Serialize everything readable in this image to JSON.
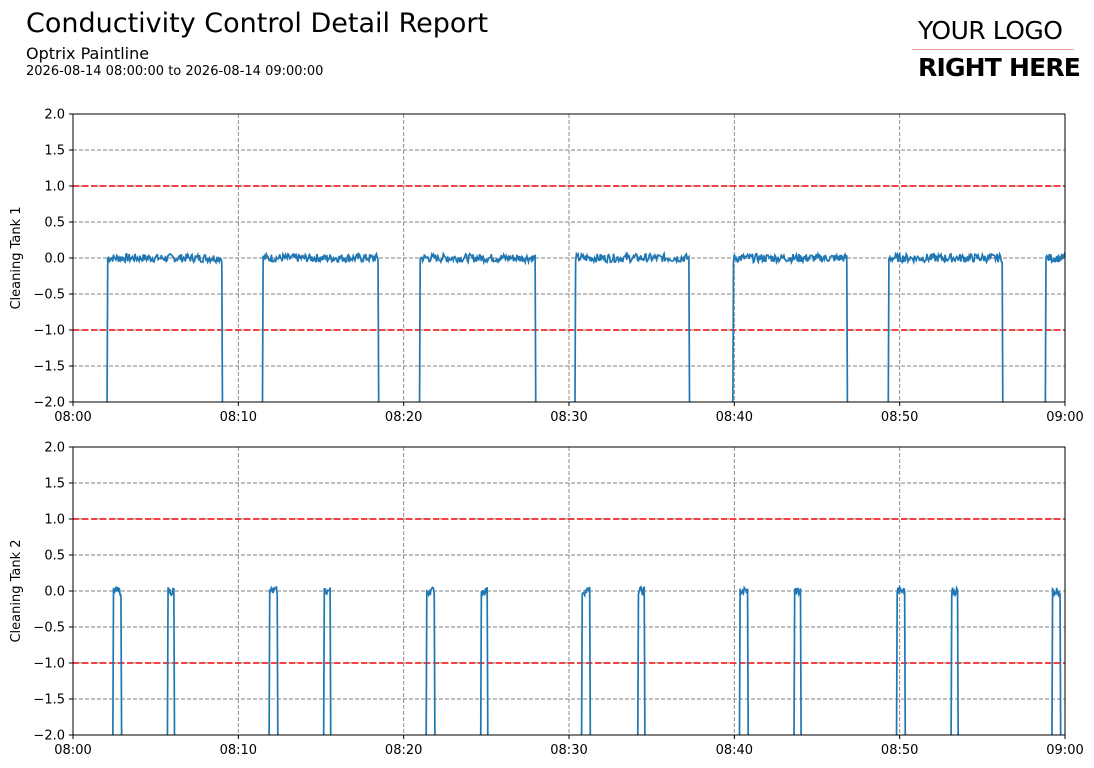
{
  "header": {
    "title": "Conductivity Control Detail Report",
    "subtitle": "Optrix Paintline",
    "range": "2026-08-14 08:00:00 to 2026-08-14 09:00:00"
  },
  "logo": {
    "line1": "YOUR LOGO",
    "line2": "RIGHT HERE"
  },
  "colors": {
    "series": "#1f77b4",
    "limit": "#ff0000",
    "grid": "#808080"
  },
  "chart_data": [
    {
      "type": "line",
      "ylabel": "Cleaning Tank 1",
      "ylim": [
        -2.0,
        2.0
      ],
      "yticks": [
        "2.0",
        "1.5",
        "1.0",
        "0.5",
        "0.0",
        "−0.5",
        "−1.0",
        "−1.5",
        "−2.0"
      ],
      "xticks": [
        "08:00",
        "08:10",
        "08:20",
        "08:30",
        "08:40",
        "08:50",
        "09:00"
      ],
      "xrange_minutes": [
        0,
        60
      ],
      "limits": [
        1.0,
        -1.0
      ],
      "grid": true,
      "series": [
        {
          "pattern": "square pulses: value near 0.0 while active, below -2.0 otherwise",
          "active_segments_minutes": [
            [
              2.1,
              9.0
            ],
            [
              11.5,
              18.5
            ],
            [
              21.0,
              28.0
            ],
            [
              30.4,
              37.3
            ],
            [
              39.9,
              46.8
            ],
            [
              49.3,
              56.2
            ],
            [
              58.8,
              60.0
            ]
          ],
          "level": 0.0
        }
      ]
    },
    {
      "type": "line",
      "ylabel": "Cleaning Tank 2",
      "ylim": [
        -2.0,
        2.0
      ],
      "yticks": [
        "2.0",
        "1.5",
        "1.0",
        "0.5",
        "0.0",
        "−0.5",
        "−1.0",
        "−1.5",
        "−2.0"
      ],
      "xticks": [
        "08:00",
        "08:10",
        "08:20",
        "08:30",
        "08:40",
        "08:50",
        "09:00"
      ],
      "xrange_minutes": [
        0,
        60
      ],
      "limits": [
        1.0,
        -1.0
      ],
      "grid": true,
      "series": [
        {
          "pattern": "short spikes reaching about 0.0, below -2.0 otherwise",
          "active_segments_minutes": [
            [
              2.4,
              2.9
            ],
            [
              5.7,
              6.1
            ],
            [
              11.9,
              12.4
            ],
            [
              15.2,
              15.6
            ],
            [
              21.4,
              21.9
            ],
            [
              24.7,
              25.1
            ],
            [
              30.8,
              31.3
            ],
            [
              34.2,
              34.6
            ],
            [
              40.3,
              40.8
            ],
            [
              43.6,
              44.0
            ],
            [
              49.8,
              50.3
            ],
            [
              53.1,
              53.5
            ],
            [
              59.2,
              59.7
            ]
          ],
          "level": 0.0
        }
      ]
    }
  ]
}
